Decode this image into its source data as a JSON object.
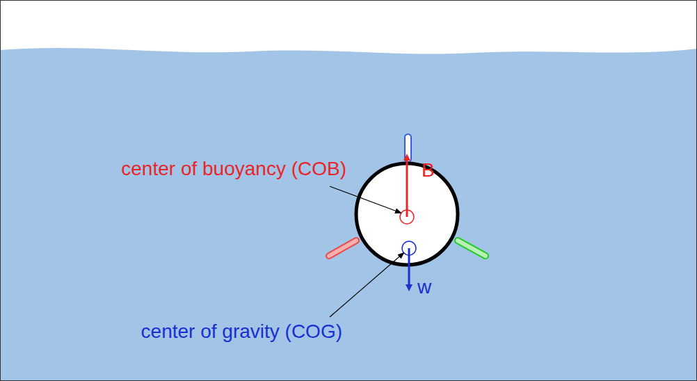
{
  "diagram": {
    "labels": [
      "center of buoyancy (COB)",
      "B",
      "w",
      "center of gravity (COG)"
    ]
  }
}
